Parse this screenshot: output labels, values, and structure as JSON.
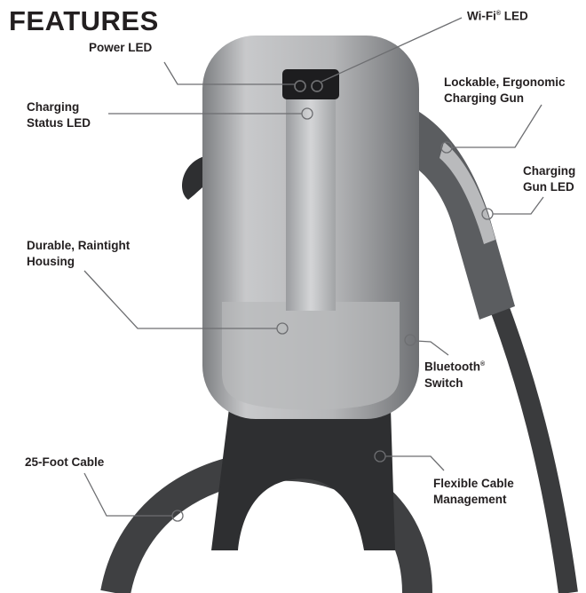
{
  "title": "FEATURES",
  "callouts": {
    "power_led": "Power LED",
    "wifi_led": "Wi-Fi",
    "wifi_led_suffix": " LED",
    "charging_status_1": "Charging",
    "charging_status_2": "Status LED",
    "gun_1": "Lockable, Ergonomic",
    "gun_2": "Charging Gun",
    "gun_led_1": "Charging",
    "gun_led_2": "Gun LED",
    "housing_1": "Durable, Raintight",
    "housing_2": "Housing",
    "bluetooth_1": "Bluetooth",
    "bluetooth_2": "Switch",
    "cable": "25-Foot Cable",
    "cable_mgmt_1": "Flexible Cable",
    "cable_mgmt_2": "Management",
    "registered": "®"
  },
  "colors": {
    "text": "#231f20",
    "line": "#6d6e71",
    "housing": "#a7a9ac",
    "dark": "#3a3a3c"
  }
}
